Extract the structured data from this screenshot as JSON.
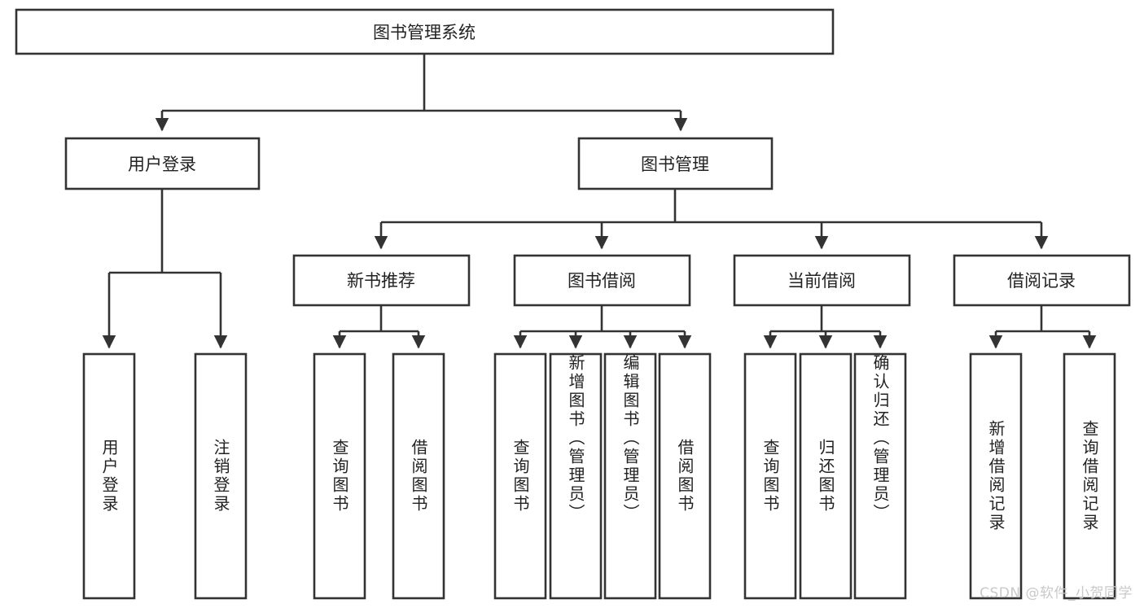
{
  "diagram": {
    "title": "图书管理系统",
    "type": "hierarchy-tree",
    "root": {
      "id": "root",
      "label": "图书管理系统",
      "level": 0
    },
    "level1": [
      {
        "id": "user-login",
        "label": "用户登录",
        "level": 1
      },
      {
        "id": "book-manage",
        "label": "图书管理",
        "level": 1
      }
    ],
    "level2": [
      {
        "id": "new-book-recommend",
        "label": "新书推荐",
        "level": 2,
        "parent": "book-manage"
      },
      {
        "id": "book-borrow",
        "label": "图书借阅",
        "level": 2,
        "parent": "book-manage"
      },
      {
        "id": "current-borrow",
        "label": "当前借阅",
        "level": 2,
        "parent": "book-manage"
      },
      {
        "id": "borrow-record",
        "label": "借阅记录",
        "level": 2,
        "parent": "book-manage"
      }
    ],
    "leaves": [
      {
        "id": "leaf-user-login",
        "label": "用户登录",
        "parent": "user-login"
      },
      {
        "id": "leaf-logout-login",
        "label": "注销登录",
        "parent": "user-login"
      },
      {
        "id": "leaf-query-book-1",
        "label": "查询图书",
        "parent": "new-book-recommend"
      },
      {
        "id": "leaf-borrow-book-1",
        "label": "借阅图书",
        "parent": "new-book-recommend"
      },
      {
        "id": "leaf-query-book-2",
        "label": "查询图书",
        "parent": "book-borrow"
      },
      {
        "id": "leaf-add-book",
        "label": "新增图书（管理员）",
        "parent": "book-borrow"
      },
      {
        "id": "leaf-edit-book",
        "label": "编辑图书（管理员）",
        "parent": "book-borrow"
      },
      {
        "id": "leaf-borrow-book-2",
        "label": "借阅图书",
        "parent": "book-borrow"
      },
      {
        "id": "leaf-query-book-3",
        "label": "查询图书",
        "parent": "current-borrow"
      },
      {
        "id": "leaf-return-book",
        "label": "归还图书",
        "parent": "current-borrow"
      },
      {
        "id": "leaf-confirm-return",
        "label": "确认归还（管理员）",
        "parent": "current-borrow"
      },
      {
        "id": "leaf-add-record",
        "label": "新增借阅记录",
        "parent": "borrow-record"
      },
      {
        "id": "leaf-query-record",
        "label": "查询借阅记录",
        "parent": "borrow-record"
      }
    ],
    "colors": {
      "stroke": "#333333",
      "fill": "#ffffff",
      "text": "#222222",
      "watermark": "#c9c9c9"
    }
  },
  "watermark": {
    "text": "CSDN @软件_小贺同学"
  }
}
